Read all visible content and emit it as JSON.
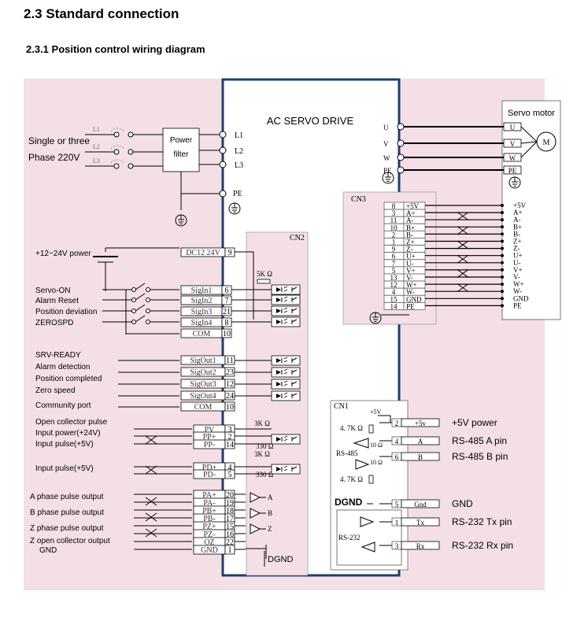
{
  "heading": "2.3 Standard connection",
  "subheading": "2.3.1 Position control wiring diagram",
  "drive_title": "AC SERVO DRIVE",
  "motor_title": "Servo motor",
  "motor_symbol": "M",
  "supply": {
    "line1": "Single or three",
    "line2": "Phase 220V",
    "phases": [
      "L1",
      "L2",
      "L3"
    ]
  },
  "filter": {
    "line1": "Power",
    "line2": "filter"
  },
  "drive_power_terminals": [
    "L1",
    "L2",
    "L3"
  ],
  "pe_label": "PE",
  "motor_out_labels": [
    "U",
    "V",
    "W",
    "PE"
  ],
  "motor_box_labels": [
    "U",
    "V",
    "W",
    "PE"
  ],
  "cn2_label": "CN2",
  "cn3_label": "CN3",
  "cn1_label": "CN1",
  "dc_supply_label": "+12~24V power",
  "dc_terminal": {
    "name": "DC12 24V",
    "pin": "9"
  },
  "resistor_5k": "5K Ω",
  "inputs": [
    {
      "label": "Servo-ON",
      "name": "SigIn1",
      "pin": "6"
    },
    {
      "label": "Alarm Reset",
      "name": "SigIn2",
      "pin": "7"
    },
    {
      "label": "Position deviation",
      "name": "SigIn3",
      "pin": "21"
    },
    {
      "label": "ZEROSPD",
      "name": "SigIn4",
      "pin": "8"
    }
  ],
  "com_in": {
    "name": "COM",
    "pin": "10"
  },
  "outputs": [
    {
      "label": "SRV-READY",
      "name": "SigOut1",
      "pin": "11"
    },
    {
      "label": "Alarm detection",
      "name": "SigOut2",
      "pin": "23"
    },
    {
      "label": "Position completed",
      "name": "SigOut3",
      "pin": "12"
    },
    {
      "label": "Zero speed",
      "name": "SigOut4",
      "pin": "24"
    }
  ],
  "community_port": {
    "label": "Community port",
    "name": "COM",
    "pin": "10"
  },
  "pulse_labels": [
    "Open collector pulse",
    "Input power(+24V)",
    "Input pulse(+5V)",
    "Input pulse(+5V)"
  ],
  "pulse_pins": [
    {
      "name": "PV",
      "pin": "3"
    },
    {
      "name": "PP+",
      "pin": "2"
    },
    {
      "name": "PP-",
      "pin": "14"
    },
    {
      "name": "PD+",
      "pin": "4"
    },
    {
      "name": "PD-",
      "pin": "5"
    }
  ],
  "resistor_3k": "3K Ω",
  "resistor_330": "330 Ω",
  "encoder_labels": [
    "A phase pulse output",
    "B phase pulse output",
    "Z phase pulse output",
    "Z open collector output",
    "GND"
  ],
  "encoder_pins": [
    {
      "name": "PA+",
      "pin": "20"
    },
    {
      "name": "PA-",
      "pin": "19"
    },
    {
      "name": "PB+",
      "pin": "18"
    },
    {
      "name": "PB-",
      "pin": "17"
    },
    {
      "name": "PZ+",
      "pin": "15"
    },
    {
      "name": "PZ-",
      "pin": "16"
    },
    {
      "name": "OZ",
      "pin": "22"
    },
    {
      "name": "GND",
      "pin": "1"
    }
  ],
  "phase_letters": [
    "A",
    "B",
    "Z"
  ],
  "dgnd": "DGND",
  "cn3_rows": [
    {
      "pin": "8",
      "sig": "+5V",
      "motor": "+5V"
    },
    {
      "pin": "3",
      "sig": "A+",
      "motor": "A+"
    },
    {
      "pin": "11",
      "sig": "A-",
      "motor": "A-"
    },
    {
      "pin": "10",
      "sig": "B+",
      "motor": "B+"
    },
    {
      "pin": "2",
      "sig": "B-",
      "motor": "B-"
    },
    {
      "pin": "1",
      "sig": "Z+",
      "motor": "Z+"
    },
    {
      "pin": "9",
      "sig": "Z-",
      "motor": "Z-"
    },
    {
      "pin": "6",
      "sig": "U+",
      "motor": "U+"
    },
    {
      "pin": "7",
      "sig": "U-",
      "motor": "U-"
    },
    {
      "pin": "5",
      "sig": "V+",
      "motor": "V+"
    },
    {
      "pin": "13",
      "sig": "V-",
      "motor": "V-"
    },
    {
      "pin": "12",
      "sig": "W+",
      "motor": "W+"
    },
    {
      "pin": "4",
      "sig": "W-",
      "motor": "W-"
    },
    {
      "pin": "15",
      "sig": "GND",
      "motor": "GND"
    },
    {
      "pin": "14",
      "sig": "PE",
      "motor": "PE"
    }
  ],
  "cn1": {
    "resistor_4k7": "4. 7K Ω",
    "resistor_10": "10 Ω",
    "supply_5v": "+5V",
    "rs485": "RS-485",
    "rs232": "RS-232",
    "pins": [
      {
        "pin": "2",
        "name": "+5v",
        "label": "+5V power"
      },
      {
        "pin": "4",
        "name": "A",
        "label": "RS-485 A pin"
      },
      {
        "pin": "6",
        "name": "B",
        "label": "RS-485 B pin"
      },
      {
        "pin": "5",
        "name": "Gnd",
        "label": "GND"
      },
      {
        "pin": "1",
        "name": "Tx",
        "label": "RS-232 Tx pin"
      },
      {
        "pin": "3",
        "name": "Rx",
        "label": "RS-232 Rx pin"
      }
    ]
  }
}
